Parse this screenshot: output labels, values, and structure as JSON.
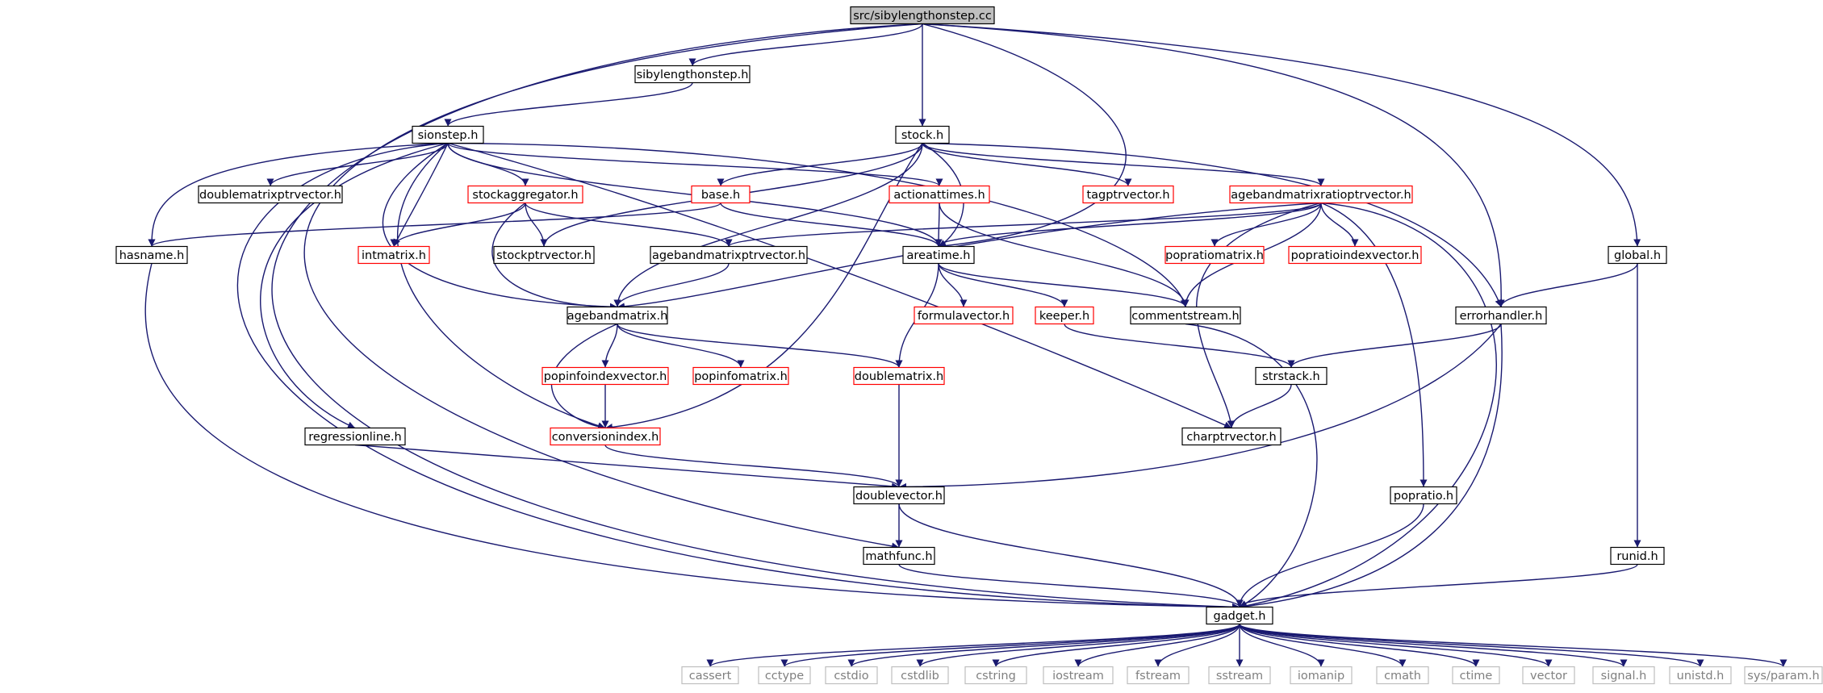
{
  "graph": {
    "nodes": [
      {
        "id": "sibylengthonstep_cc",
        "label": "src/sibylengthonstep.cc",
        "style": "root"
      },
      {
        "id": "sibylengthonstep_h",
        "label": "sibylengthonstep.h",
        "style": "normal"
      },
      {
        "id": "stock_h",
        "label": "stock.h",
        "style": "normal"
      },
      {
        "id": "sionstep_h",
        "label": "sionstep.h",
        "style": "normal"
      },
      {
        "id": "doublematrixptrvector_h",
        "label": "doublematrixptrvector.h",
        "style": "normal"
      },
      {
        "id": "stockaggregator_h",
        "label": "stockaggregator.h",
        "style": "truncated"
      },
      {
        "id": "base_h",
        "label": "base.h",
        "style": "truncated"
      },
      {
        "id": "actionattimes_h",
        "label": "actionattimes.h",
        "style": "truncated"
      },
      {
        "id": "tagptrvector_h",
        "label": "tagptrvector.h",
        "style": "truncated"
      },
      {
        "id": "agebandmatrixratioptrvector_h",
        "label": "agebandmatrixratioptrvector.h",
        "style": "truncated"
      },
      {
        "id": "global_h",
        "label": "global.h",
        "style": "normal"
      },
      {
        "id": "hasname_h",
        "label": "hasname.h",
        "style": "normal"
      },
      {
        "id": "intmatrix_h",
        "label": "intmatrix.h",
        "style": "truncated"
      },
      {
        "id": "stockptrvector_h",
        "label": "stockptrvector.h",
        "style": "normal"
      },
      {
        "id": "agebandmatrixptrvector_h",
        "label": "agebandmatrixptrvector.h",
        "style": "normal"
      },
      {
        "id": "areatime_h",
        "label": "areatime.h",
        "style": "normal"
      },
      {
        "id": "popratiomatrix_h",
        "label": "popratiomatrix.h",
        "style": "truncated"
      },
      {
        "id": "popratioindexvector_h",
        "label": "popratioindexvector.h",
        "style": "truncated"
      },
      {
        "id": "agebandmatrix_h",
        "label": "agebandmatrix.h",
        "style": "normal"
      },
      {
        "id": "formulavector_h",
        "label": "formulavector.h",
        "style": "truncated"
      },
      {
        "id": "keeper_h",
        "label": "keeper.h",
        "style": "truncated"
      },
      {
        "id": "commentstream_h",
        "label": "commentstream.h",
        "style": "normal"
      },
      {
        "id": "errorhandler_h",
        "label": "errorhandler.h",
        "style": "normal"
      },
      {
        "id": "popinfoindexvector_h",
        "label": "popinfoindexvector.h",
        "style": "truncated"
      },
      {
        "id": "popinfomatrix_h",
        "label": "popinfomatrix.h",
        "style": "truncated"
      },
      {
        "id": "doublematrix_h",
        "label": "doublematrix.h",
        "style": "truncated"
      },
      {
        "id": "strstack_h",
        "label": "strstack.h",
        "style": "normal"
      },
      {
        "id": "regressionline_h",
        "label": "regressionline.h",
        "style": "normal"
      },
      {
        "id": "conversionindex_h",
        "label": "conversionindex.h",
        "style": "truncated"
      },
      {
        "id": "charptrvector_h",
        "label": "charptrvector.h",
        "style": "normal"
      },
      {
        "id": "doublevector_h",
        "label": "doublevector.h",
        "style": "normal"
      },
      {
        "id": "popratio_h",
        "label": "popratio.h",
        "style": "normal"
      },
      {
        "id": "mathfunc_h",
        "label": "mathfunc.h",
        "style": "normal"
      },
      {
        "id": "runid_h",
        "label": "runid.h",
        "style": "normal"
      },
      {
        "id": "gadget_h",
        "label": "gadget.h",
        "style": "normal"
      },
      {
        "id": "cassert",
        "label": "cassert",
        "style": "external"
      },
      {
        "id": "cctype",
        "label": "cctype",
        "style": "external"
      },
      {
        "id": "cstdio",
        "label": "cstdio",
        "style": "external"
      },
      {
        "id": "cstdlib",
        "label": "cstdlib",
        "style": "external"
      },
      {
        "id": "cstring",
        "label": "cstring",
        "style": "external"
      },
      {
        "id": "iostream",
        "label": "iostream",
        "style": "external"
      },
      {
        "id": "fstream",
        "label": "fstream",
        "style": "external"
      },
      {
        "id": "sstream",
        "label": "sstream",
        "style": "external"
      },
      {
        "id": "iomanip",
        "label": "iomanip",
        "style": "external"
      },
      {
        "id": "cmath",
        "label": "cmath",
        "style": "external"
      },
      {
        "id": "ctime",
        "label": "ctime",
        "style": "external"
      },
      {
        "id": "vector",
        "label": "vector",
        "style": "external"
      },
      {
        "id": "signal_h",
        "label": "signal.h",
        "style": "external"
      },
      {
        "id": "unistd_h",
        "label": "unistd.h",
        "style": "external"
      },
      {
        "id": "sys_param_h",
        "label": "sys/param.h",
        "style": "external"
      }
    ],
    "edges": [
      [
        "sibylengthonstep_cc",
        "sibylengthonstep_h"
      ],
      [
        "sibylengthonstep_cc",
        "stock_h"
      ],
      [
        "sibylengthonstep_cc",
        "areatime_h"
      ],
      [
        "sibylengthonstep_cc",
        "errorhandler_h"
      ],
      [
        "sibylengthonstep_cc",
        "global_h"
      ],
      [
        "sibylengthonstep_cc",
        "mathfunc_h"
      ],
      [
        "sibylengthonstep_cc",
        "gadget_h"
      ],
      [
        "sibylengthonstep_h",
        "sionstep_h"
      ],
      [
        "sionstep_h",
        "doublematrixptrvector_h"
      ],
      [
        "sionstep_h",
        "stockaggregator_h"
      ],
      [
        "sionstep_h",
        "actionattimes_h"
      ],
      [
        "sionstep_h",
        "hasname_h"
      ],
      [
        "sionstep_h",
        "intmatrix_h"
      ],
      [
        "sionstep_h",
        "areatime_h"
      ],
      [
        "sionstep_h",
        "agebandmatrix_h"
      ],
      [
        "sionstep_h",
        "commentstream_h"
      ],
      [
        "sionstep_h",
        "charptrvector_h"
      ],
      [
        "sionstep_h",
        "regressionline_h"
      ],
      [
        "sionstep_h",
        "conversionindex_h"
      ],
      [
        "sionstep_h",
        "gadget_h"
      ],
      [
        "stock_h",
        "base_h"
      ],
      [
        "stock_h",
        "tagptrvector_h"
      ],
      [
        "stock_h",
        "agebandmatrixratioptrvector_h"
      ],
      [
        "stock_h",
        "stockptrvector_h"
      ],
      [
        "stock_h",
        "areatime_h"
      ],
      [
        "stock_h",
        "agebandmatrix_h"
      ],
      [
        "stock_h",
        "errorhandler_h"
      ],
      [
        "stock_h",
        "conversionindex_h"
      ],
      [
        "stockaggregator_h",
        "intmatrix_h"
      ],
      [
        "stockaggregator_h",
        "stockptrvector_h"
      ],
      [
        "stockaggregator_h",
        "agebandmatrixptrvector_h"
      ],
      [
        "stockaggregator_h",
        "agebandmatrix_h"
      ],
      [
        "base_h",
        "hasname_h"
      ],
      [
        "base_h",
        "areatime_h"
      ],
      [
        "actionattimes_h",
        "areatime_h"
      ],
      [
        "actionattimes_h",
        "commentstream_h"
      ],
      [
        "agebandmatrixratioptrvector_h",
        "popratiomatrix_h"
      ],
      [
        "agebandmatrixratioptrvector_h",
        "popratioindexvector_h"
      ],
      [
        "agebandmatrixratioptrvector_h",
        "agebandmatrixptrvector_h"
      ],
      [
        "agebandmatrixratioptrvector_h",
        "areatime_h"
      ],
      [
        "agebandmatrixratioptrvector_h",
        "agebandmatrix_h"
      ],
      [
        "agebandmatrixratioptrvector_h",
        "commentstream_h"
      ],
      [
        "agebandmatrixratioptrvector_h",
        "charptrvector_h"
      ],
      [
        "agebandmatrixratioptrvector_h",
        "popratio_h"
      ],
      [
        "agebandmatrixratioptrvector_h",
        "gadget_h"
      ],
      [
        "global_h",
        "errorhandler_h"
      ],
      [
        "global_h",
        "runid_h"
      ],
      [
        "hasname_h",
        "gadget_h"
      ],
      [
        "agebandmatrixptrvector_h",
        "agebandmatrix_h"
      ],
      [
        "areatime_h",
        "formulavector_h"
      ],
      [
        "areatime_h",
        "keeper_h"
      ],
      [
        "areatime_h",
        "commentstream_h"
      ],
      [
        "areatime_h",
        "doublematrix_h"
      ],
      [
        "agebandmatrix_h",
        "popinfoindexvector_h"
      ],
      [
        "agebandmatrix_h",
        "popinfomatrix_h"
      ],
      [
        "agebandmatrix_h",
        "doublematrix_h"
      ],
      [
        "agebandmatrix_h",
        "conversionindex_h"
      ],
      [
        "keeper_h",
        "strstack_h"
      ],
      [
        "commentstream_h",
        "gadget_h"
      ],
      [
        "errorhandler_h",
        "strstack_h"
      ],
      [
        "errorhandler_h",
        "doublevector_h"
      ],
      [
        "errorhandler_h",
        "gadget_h"
      ],
      [
        "popinfoindexvector_h",
        "conversionindex_h"
      ],
      [
        "doublematrix_h",
        "doublevector_h"
      ],
      [
        "strstack_h",
        "charptrvector_h"
      ],
      [
        "regressionline_h",
        "doublevector_h"
      ],
      [
        "conversionindex_h",
        "doublevector_h"
      ],
      [
        "doublevector_h",
        "mathfunc_h"
      ],
      [
        "doublevector_h",
        "gadget_h"
      ],
      [
        "popratio_h",
        "gadget_h"
      ],
      [
        "mathfunc_h",
        "gadget_h"
      ],
      [
        "runid_h",
        "gadget_h"
      ],
      [
        "gadget_h",
        "cassert"
      ],
      [
        "gadget_h",
        "cctype"
      ],
      [
        "gadget_h",
        "cstdio"
      ],
      [
        "gadget_h",
        "cstdlib"
      ],
      [
        "gadget_h",
        "cstring"
      ],
      [
        "gadget_h",
        "iostream"
      ],
      [
        "gadget_h",
        "fstream"
      ],
      [
        "gadget_h",
        "sstream"
      ],
      [
        "gadget_h",
        "iomanip"
      ],
      [
        "gadget_h",
        "cmath"
      ],
      [
        "gadget_h",
        "ctime"
      ],
      [
        "gadget_h",
        "vector"
      ],
      [
        "gadget_h",
        "signal_h"
      ],
      [
        "gadget_h",
        "unistd_h"
      ],
      [
        "gadget_h",
        "sys_param_h"
      ]
    ]
  },
  "colors": {
    "edge": "#191970",
    "node_border": "#000000",
    "truncated_border": "#ff0000",
    "external_border": "#bfbfbf",
    "external_text": "#808080",
    "root_fill": "#bfbfbf",
    "node_fill": "#ffffff",
    "text": "#000000"
  }
}
